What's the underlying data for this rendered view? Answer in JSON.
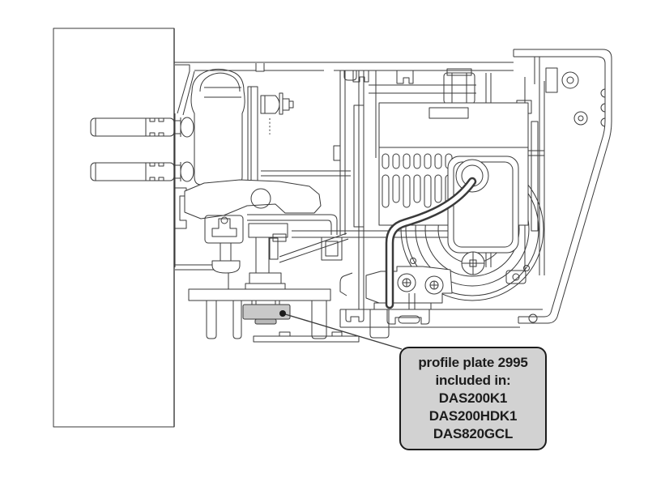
{
  "figure": {
    "kind": "technical cross-section drawing",
    "highlighted_part": "profile plate"
  },
  "colors": {
    "white": "#ffffff",
    "line": "#3a3a3a",
    "pebble": "#6a6a6a",
    "plate_fill": "#c9c9c9",
    "plate_shadow": "#b9b9b9",
    "callout_bg": "#d2d2d2",
    "callout_border": "#1c1c1c",
    "callout_text": "#1c1c1c",
    "leader": "#1c1c1c"
  },
  "callout": {
    "lines": [
      "profile plate 2995",
      "included in:",
      "DAS200K1",
      "DAS200HDK1",
      "DAS820GCL"
    ]
  }
}
